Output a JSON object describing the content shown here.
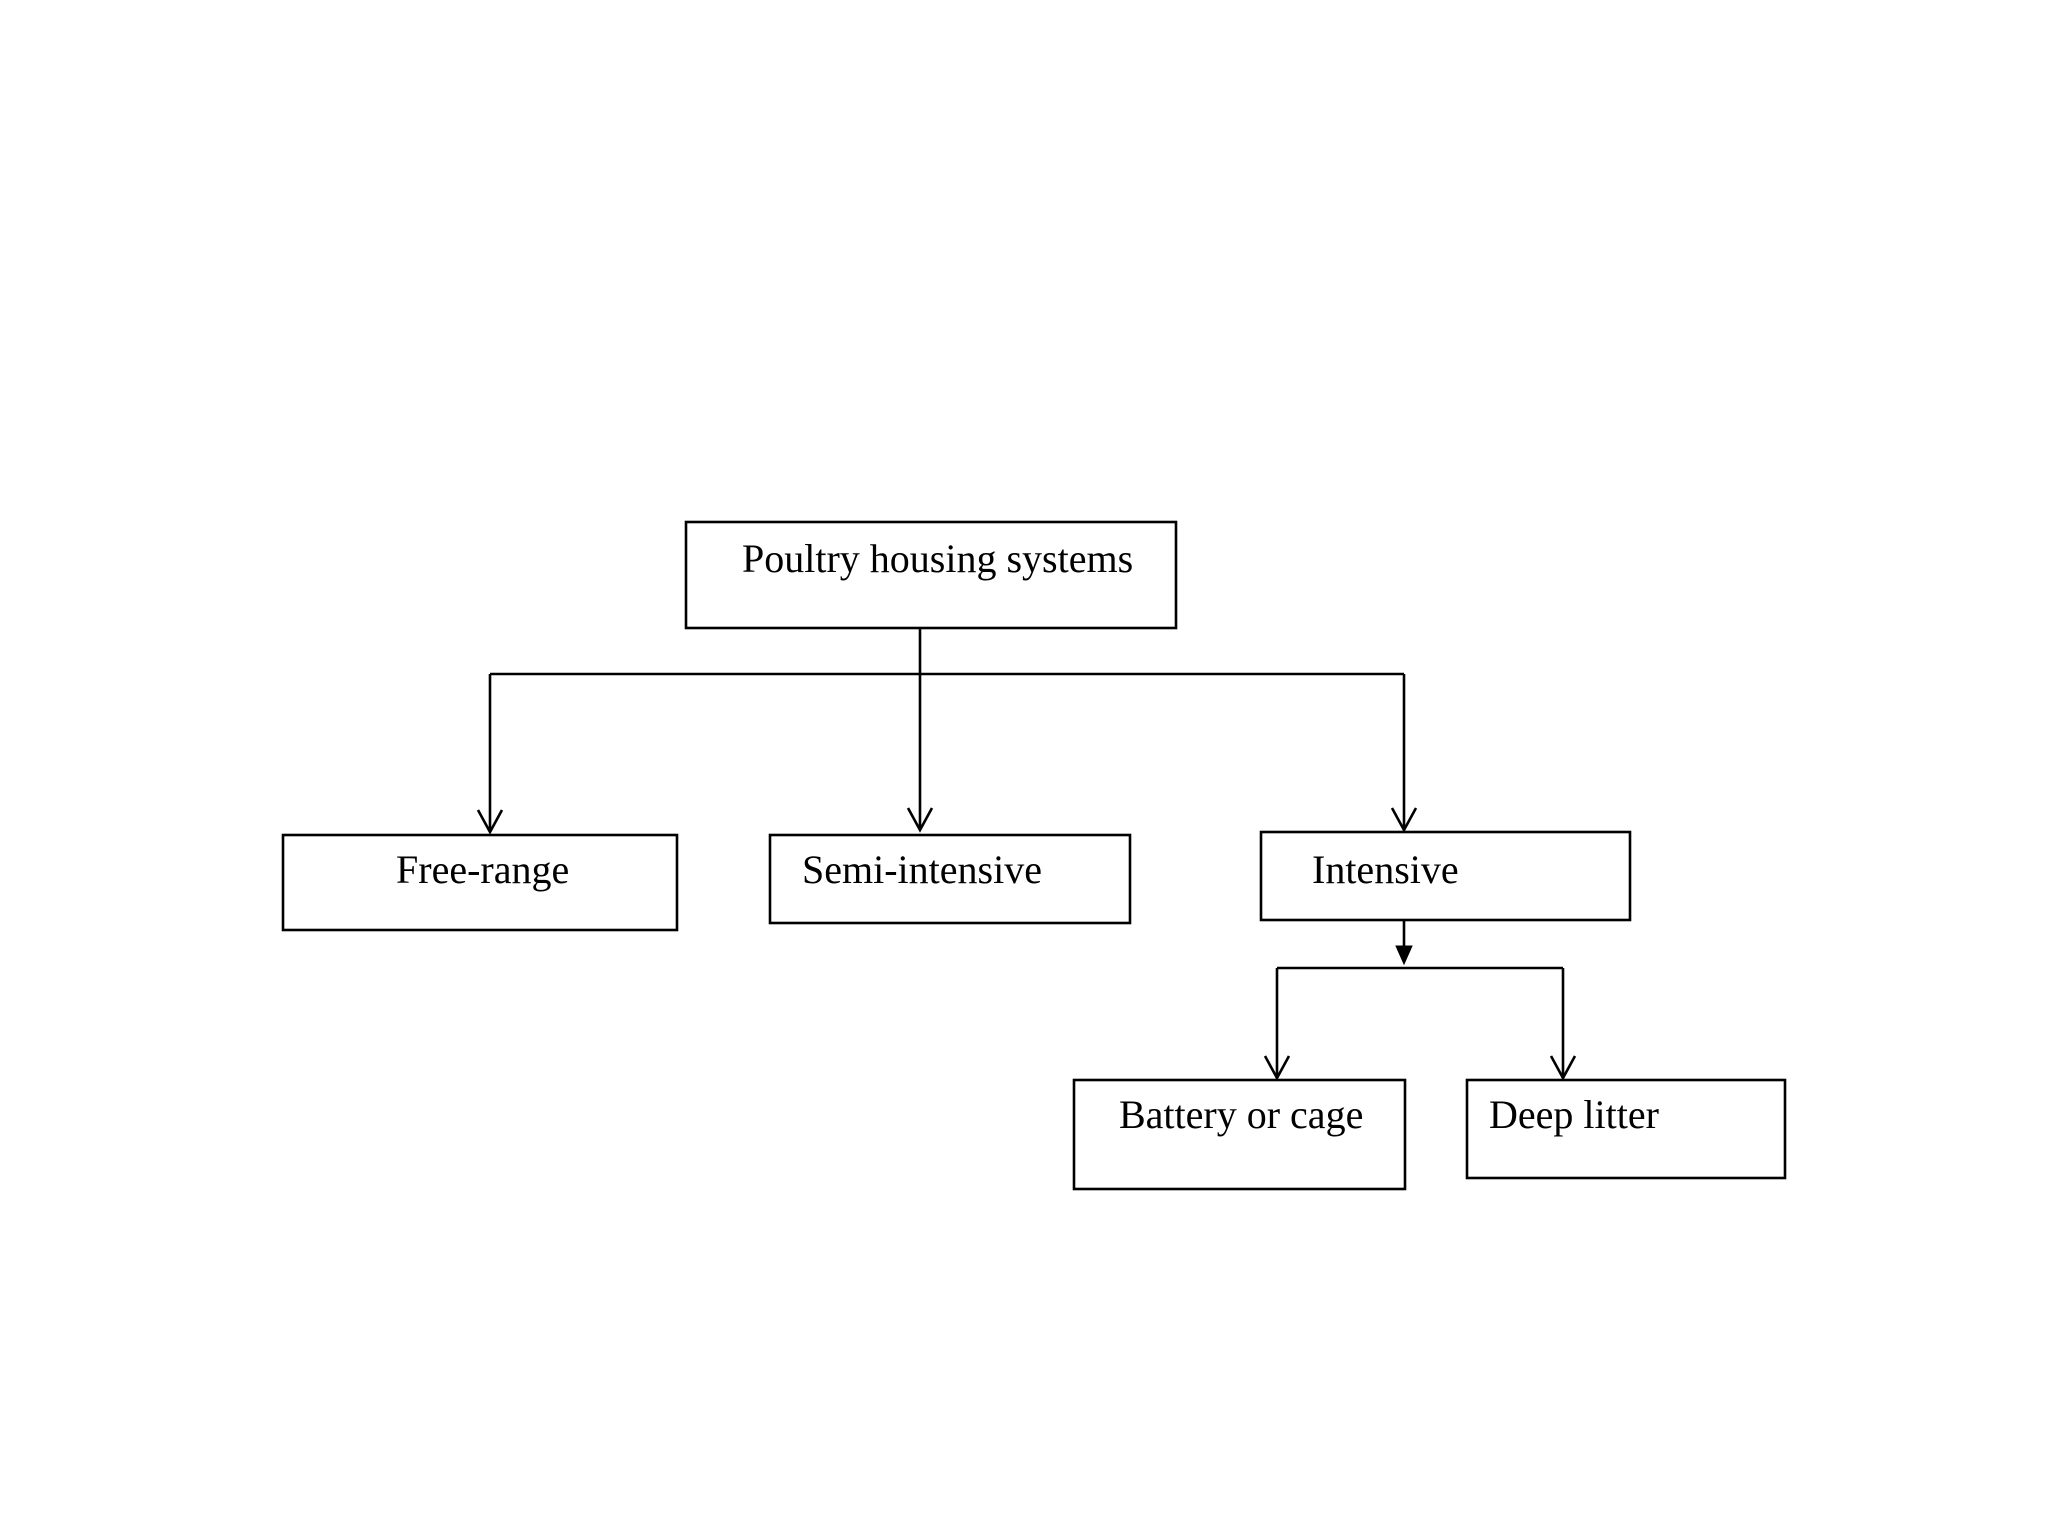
{
  "diagram": {
    "root": {
      "label": "Poultry housing systems"
    },
    "level1": {
      "free_range": {
        "label": "Free-range"
      },
      "semi_intensive": {
        "label": "Semi-intensive"
      },
      "intensive": {
        "label": "Intensive"
      }
    },
    "level2": {
      "battery": {
        "label": "Battery or cage"
      },
      "deep_litter": {
        "label": "Deep litter"
      }
    }
  }
}
